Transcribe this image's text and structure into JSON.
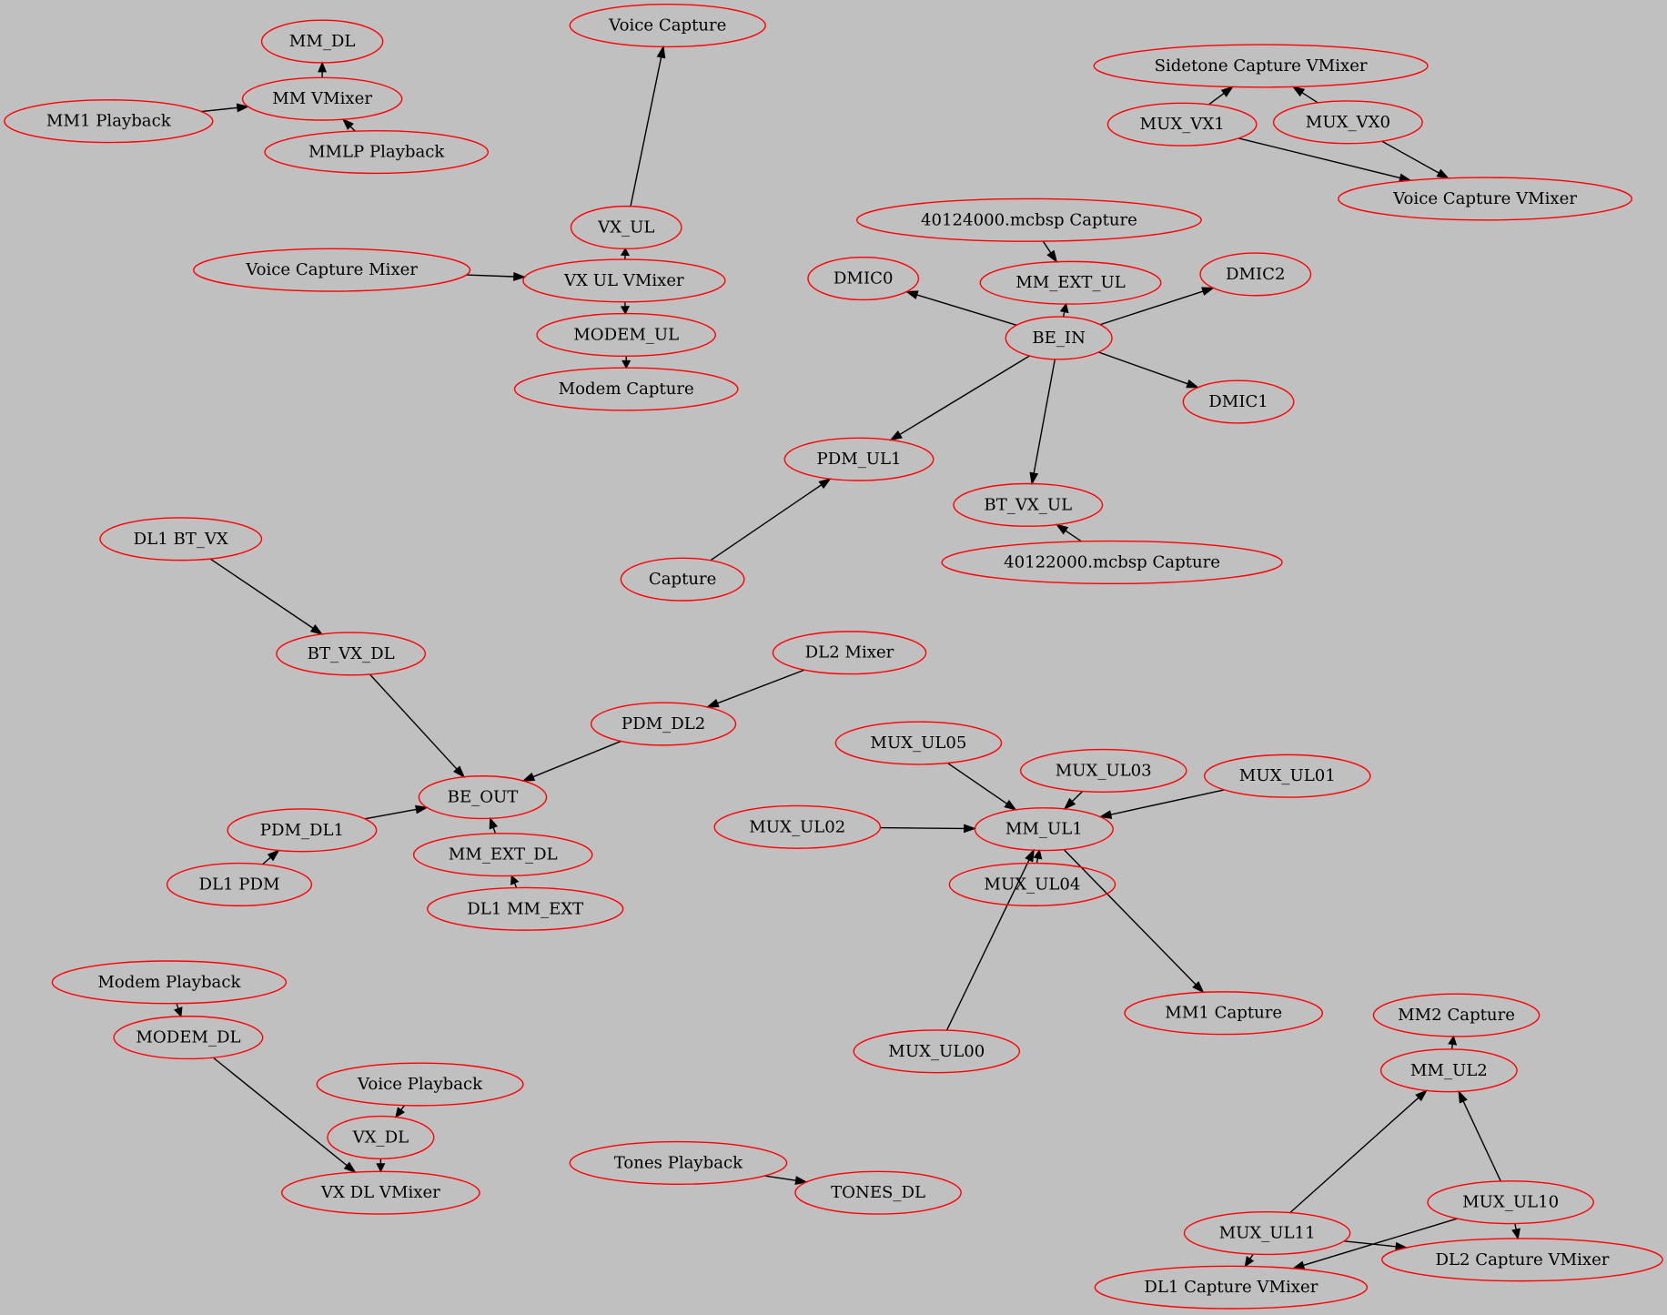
{
  "graph": {
    "background_color": "#c0c0c0",
    "node_stroke_color": "#ff0000",
    "edge_color": "#000000",
    "nodes": [
      "MM_DL",
      "MM VMixer",
      "MM1 Playback",
      "MMLP Playback",
      "Voice Capture",
      "VX_UL",
      "Voice Capture Mixer",
      "VX UL VMixer",
      "MODEM_UL",
      "Modem Capture",
      "Sidetone Capture VMixer",
      "MUX_VX1",
      "MUX_VX0",
      "Voice Capture VMixer",
      "40124000.mcbsp Capture",
      "DMIC0",
      "MM_EXT_UL",
      "DMIC2",
      "BE_IN",
      "DMIC1",
      "PDM_UL1",
      "BT_VX_UL",
      "40122000.mcbsp Capture",
      "Capture",
      "DL1 BT_VX",
      "BT_VX_DL",
      "DL2 Mixer",
      "PDM_DL2",
      "BE_OUT",
      "PDM_DL1",
      "DL1 PDM",
      "MM_EXT_DL",
      "DL1 MM_EXT",
      "MUX_UL05",
      "MUX_UL03",
      "MUX_UL01",
      "MUX_UL02",
      "MM_UL1",
      "MUX_UL04",
      "MM1 Capture",
      "MUX_UL00",
      "MM2 Capture",
      "MM_UL2",
      "Modem Playback",
      "MODEM_DL",
      "Voice Playback",
      "VX_DL",
      "VX DL VMixer",
      "Tones Playback",
      "TONES_DL",
      "MUX_UL10",
      "MUX_UL11",
      "DL2 Capture VMixer",
      "DL1 Capture VMixer"
    ],
    "edges": [
      [
        "MM VMixer",
        "MM_DL"
      ],
      [
        "MM1 Playback",
        "MM VMixer"
      ],
      [
        "MMLP Playback",
        "MM VMixer"
      ],
      [
        "VX_UL",
        "Voice Capture"
      ],
      [
        "VX UL VMixer",
        "VX_UL"
      ],
      [
        "Voice Capture Mixer",
        "VX UL VMixer"
      ],
      [
        "VX UL VMixer",
        "MODEM_UL"
      ],
      [
        "MODEM_UL",
        "Modem Capture"
      ],
      [
        "MUX_VX1",
        "Sidetone Capture VMixer"
      ],
      [
        "MUX_VX0",
        "Sidetone Capture VMixer"
      ],
      [
        "MUX_VX1",
        "Voice Capture VMixer"
      ],
      [
        "MUX_VX0",
        "Voice Capture VMixer"
      ],
      [
        "40124000.mcbsp Capture",
        "MM_EXT_UL"
      ],
      [
        "BE_IN",
        "MM_EXT_UL"
      ],
      [
        "BE_IN",
        "DMIC0"
      ],
      [
        "BE_IN",
        "DMIC2"
      ],
      [
        "BE_IN",
        "DMIC1"
      ],
      [
        "BE_IN",
        "PDM_UL1"
      ],
      [
        "BE_IN",
        "BT_VX_UL"
      ],
      [
        "40122000.mcbsp Capture",
        "BT_VX_UL"
      ],
      [
        "Capture",
        "PDM_UL1"
      ],
      [
        "DL1 BT_VX",
        "BT_VX_DL"
      ],
      [
        "BT_VX_DL",
        "BE_OUT"
      ],
      [
        "DL2 Mixer",
        "PDM_DL2"
      ],
      [
        "PDM_DL2",
        "BE_OUT"
      ],
      [
        "PDM_DL1",
        "BE_OUT"
      ],
      [
        "DL1 PDM",
        "PDM_DL1"
      ],
      [
        "MM_EXT_DL",
        "BE_OUT"
      ],
      [
        "DL1 MM_EXT",
        "MM_EXT_DL"
      ],
      [
        "MUX_UL05",
        "MM_UL1"
      ],
      [
        "MUX_UL03",
        "MM_UL1"
      ],
      [
        "MUX_UL01",
        "MM_UL1"
      ],
      [
        "MUX_UL02",
        "MM_UL1"
      ],
      [
        "MUX_UL04",
        "MM_UL1"
      ],
      [
        "MUX_UL00",
        "MM_UL1"
      ],
      [
        "MM_UL1",
        "MM1 Capture"
      ],
      [
        "MM_UL2",
        "MM2 Capture"
      ],
      [
        "MUX_UL11",
        "MM_UL2"
      ],
      [
        "MUX_UL10",
        "MM_UL2"
      ],
      [
        "MUX_UL11",
        "DL2 Capture VMixer"
      ],
      [
        "MUX_UL10",
        "DL2 Capture VMixer"
      ],
      [
        "MUX_UL11",
        "DL1 Capture VMixer"
      ],
      [
        "MUX_UL10",
        "DL1 Capture VMixer"
      ],
      [
        "Modem Playback",
        "MODEM_DL"
      ],
      [
        "MODEM_DL",
        "VX DL VMixer"
      ],
      [
        "Voice Playback",
        "VX_DL"
      ],
      [
        "VX_DL",
        "VX DL VMixer"
      ],
      [
        "Tones Playback",
        "TONES_DL"
      ]
    ]
  }
}
